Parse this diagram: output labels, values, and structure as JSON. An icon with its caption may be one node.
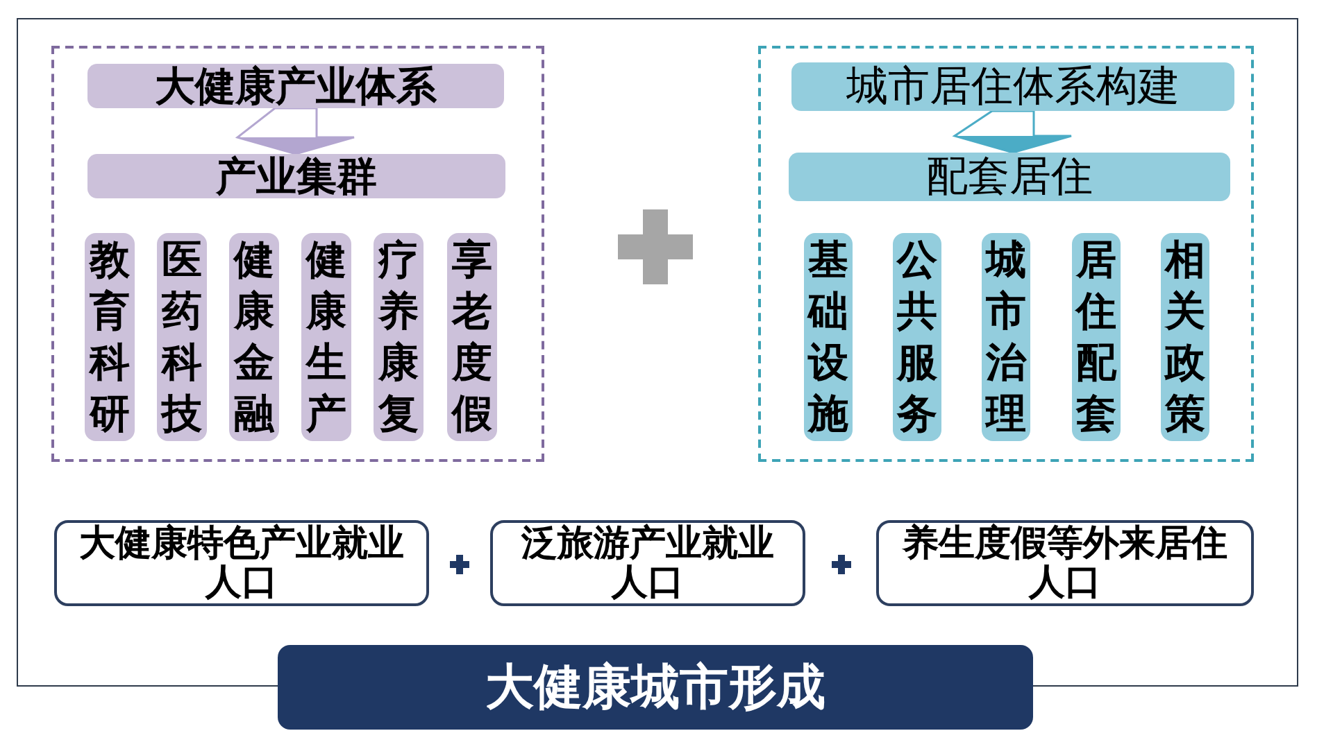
{
  "diagram": {
    "nodes": [
      {
        "text": [],
        "shape": "box"
      },
      {
        "text": [
          "大健康产业体系"
        ],
        "in": 0
      },
      {
        "text": [
          "产业集群"
        ],
        "in": 0
      },
      {
        "text": [
          "教育科研"
        ],
        "in": 0
      },
      {
        "text": [
          "医药科技"
        ],
        "in": 0
      },
      {
        "text": [
          "健康金融"
        ],
        "in": 0
      },
      {
        "text": [
          "健康生产"
        ],
        "in": 0
      },
      {
        "text": [
          "疗养康复"
        ],
        "in": 0
      },
      {
        "text": [
          "享老度假"
        ],
        "in": 0
      },
      {
        "text": [],
        "shape": "box"
      },
      {
        "text": [
          "城市居住体系构建"
        ],
        "in": 9
      },
      {
        "text": [
          "配套居住"
        ],
        "in": 9
      },
      {
        "text": [
          "基础设施"
        ],
        "in": 9
      },
      {
        "text": [
          "公共服务"
        ],
        "in": 9
      },
      {
        "text": [
          "城市治理"
        ],
        "in": 9
      },
      {
        "text": [
          "居住配套"
        ],
        "in": 9
      },
      {
        "text": [
          "相关政策"
        ],
        "in": 9
      },
      {
        "text": [
          "大健康特色产业就业人口"
        ]
      },
      {
        "text": [
          "泛旅游产业就业人口"
        ]
      },
      {
        "text": [
          "养生度假等外来居住人口"
        ]
      },
      {
        "text": [
          "大健康城市形成"
        ]
      }
    ],
    "edges": [
      {
        "from": 1,
        "to": 2,
        "arrow": "to",
        "color": "#b3a6d0"
      },
      {
        "from": 10,
        "to": 11,
        "arrow": "to",
        "color": "#4bacc6"
      }
    ]
  }
}
